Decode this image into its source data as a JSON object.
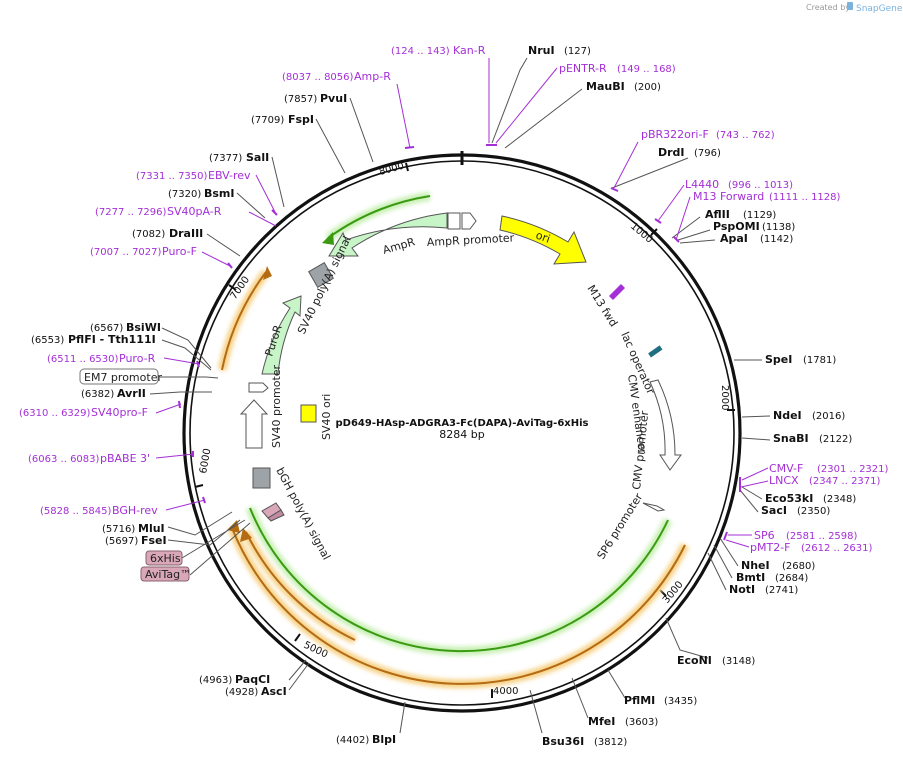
{
  "credit": {
    "prefix": "Created by",
    "brand": "SnapGene"
  },
  "plasmid": {
    "name": "pD649-HAsp-ADGRA3-Fc(DAPA)-AviTag-6xHis",
    "size": "8284 bp"
  },
  "ticks": [
    "1000",
    "2000",
    "3000",
    "4000",
    "5000",
    "6000",
    "7000",
    "8000"
  ],
  "enzymes": [
    {
      "name": "NruI",
      "pos": "(127)"
    },
    {
      "name": "MauBI",
      "pos": "(200)"
    },
    {
      "name": "DrdI",
      "pos": "(796)"
    },
    {
      "name": "AflII",
      "pos": "(1129)"
    },
    {
      "name": "PspOMI",
      "pos": "(1138)"
    },
    {
      "name": "ApaI",
      "pos": "(1142)"
    },
    {
      "name": "SpeI",
      "pos": "(1781)"
    },
    {
      "name": "NdeI",
      "pos": "(2016)"
    },
    {
      "name": "SnaBI",
      "pos": "(2122)"
    },
    {
      "name": "Eco53kI",
      "pos": "(2348)"
    },
    {
      "name": "SacI",
      "pos": "(2350)"
    },
    {
      "name": "NheI",
      "pos": "(2680)"
    },
    {
      "name": "BmtI",
      "pos": "(2684)"
    },
    {
      "name": "NotI",
      "pos": "(2741)"
    },
    {
      "name": "EcoNI",
      "pos": "(3148)"
    },
    {
      "name": "PflMI",
      "pos": "(3435)"
    },
    {
      "name": "MfeI",
      "pos": "(3603)"
    },
    {
      "name": "Bsu36I",
      "pos": "(3812)"
    },
    {
      "name": "BlpI",
      "pos": "(4402)"
    },
    {
      "name": "PaqCI",
      "pos": "(4963)"
    },
    {
      "name": "AscI",
      "pos": "(4928)"
    },
    {
      "name": "MluI",
      "pos": "(5716)"
    },
    {
      "name": "FseI",
      "pos": "(5697)"
    },
    {
      "name": "AvrII",
      "pos": "(6382)"
    },
    {
      "name": "BsiWI",
      "pos": "(6567)"
    },
    {
      "name": "PflFI - Tth111I",
      "pos": "(6553)"
    },
    {
      "name": "DraIII",
      "pos": "(7082)"
    },
    {
      "name": "BsmI",
      "pos": "(7320)"
    },
    {
      "name": "SalI",
      "pos": "(7377)"
    },
    {
      "name": "FspI",
      "pos": "(7709)"
    },
    {
      "name": "PvuI",
      "pos": "(7857)"
    }
  ],
  "primers": [
    {
      "name": "Kan-R",
      "range": "(124 .. 143)"
    },
    {
      "name": "pENTR-R",
      "range": "(149 .. 168)"
    },
    {
      "name": "Amp-R",
      "range": "(8037 .. 8056)"
    },
    {
      "name": "pBR322ori-F",
      "range": "(743 .. 762)"
    },
    {
      "name": "L4440",
      "range": "(996 .. 1013)"
    },
    {
      "name": "M13 Forward",
      "range": "(1111 .. 1128)"
    },
    {
      "name": "CMV-F",
      "range": "(2301 .. 2321)"
    },
    {
      "name": "LNCX",
      "range": "(2347 .. 2371)"
    },
    {
      "name": "SP6",
      "range": "(2581 .. 2598)"
    },
    {
      "name": "pMT2-F",
      "range": "(2612 .. 2631)"
    },
    {
      "name": "EBV-rev",
      "range": "(7331 .. 7350)"
    },
    {
      "name": "SV40pA-R",
      "range": "(7277 .. 7296)"
    },
    {
      "name": "Puro-F",
      "range": "(7007 .. 7027)"
    },
    {
      "name": "Puro-R",
      "range": "(6511 .. 6530)"
    },
    {
      "name": "SV40pro-F",
      "range": "(6310 .. 6329)"
    },
    {
      "name": "pBABE 3'",
      "range": "(6063 .. 6083)"
    },
    {
      "name": "BGH-rev",
      "range": "(5828 .. 5845)"
    }
  ],
  "boxed_labels": {
    "em7": "EM7 promoter",
    "his": "6xHis",
    "avitag": "AviTag™"
  },
  "features": {
    "ori": "ori",
    "ampr": "AmpR",
    "ampr_promoter": "AmpR promoter",
    "sv40_polya": "SV40 poly(A) signal",
    "puror": "PuroR",
    "sv40_promoter": "SV40 promoter",
    "sv40_ori": "SV40 ori",
    "bgh_polya": "bGH poly(A) signal",
    "m13_fwd": "M13 fwd",
    "lac_operator": "lac operator",
    "cmv_enhancer": "CMV enhancer",
    "cmv_promoter": "CMV promoter",
    "sp6_promoter": "SP6 promoter"
  },
  "colors": {
    "backbone": "#111111",
    "primer": "#a42fd6",
    "ori": "#ffff00",
    "marker": "#c8f5c8",
    "orf_glow": "#f7d38a",
    "orf_line": "#b46b12",
    "insert_green": "#3a9a12",
    "gray_feature": "#9ea3a8",
    "tag": "#d9a7b8"
  }
}
